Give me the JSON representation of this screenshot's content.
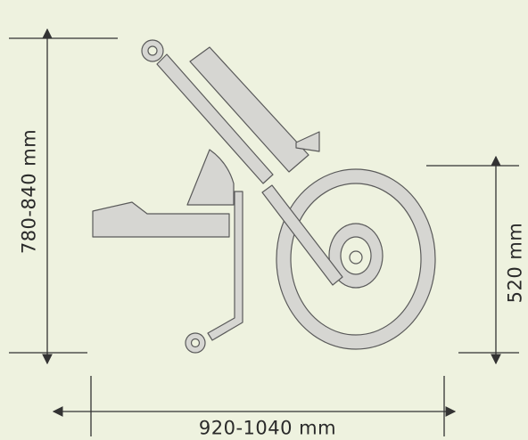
{
  "dimensions": {
    "height_range": "780-840 mm",
    "wheel_height": "520 mm",
    "width_range": "920-1040 mm"
  },
  "colors": {
    "background": "#eef2df",
    "part_fill": "#d6d6d2",
    "outline": "#5a5a5a",
    "dimension_line": "#333333"
  }
}
